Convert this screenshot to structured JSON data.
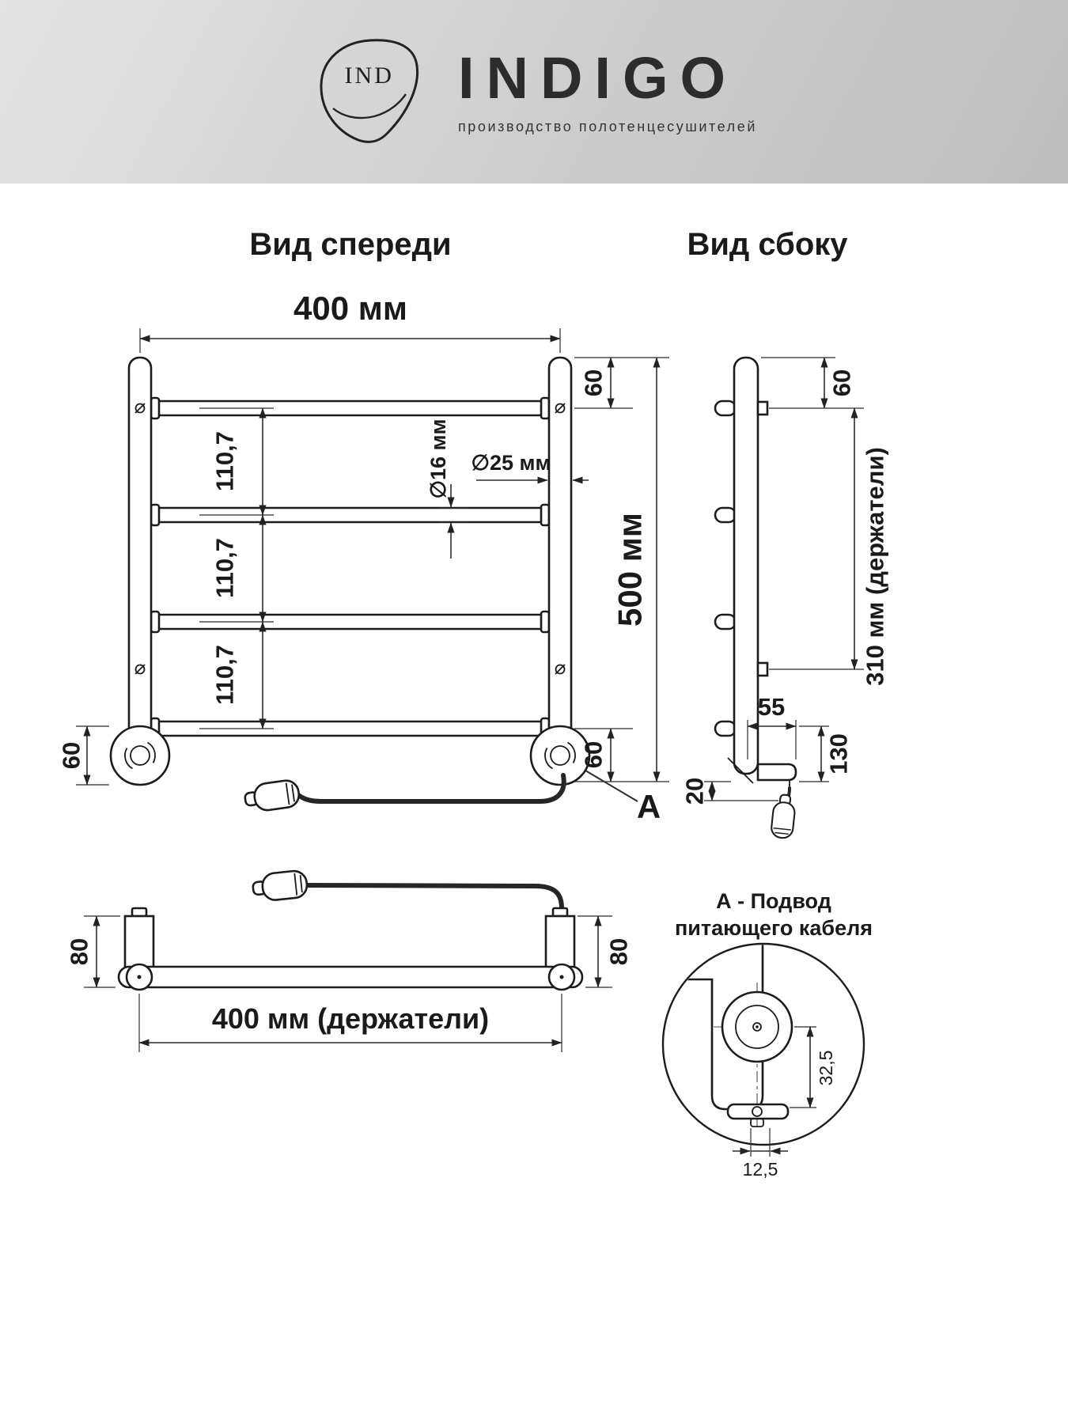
{
  "header": {
    "monogram": "IND",
    "brand": "INDIGO",
    "subtitle": "производство полотенцесушителей"
  },
  "titles": {
    "front": "Вид спереди",
    "side": "Вид сбоку"
  },
  "front": {
    "width": "400 мм",
    "top_offset": "60",
    "gaps": [
      "110,7",
      "110,7",
      "110,7"
    ],
    "tube_dia": "∅16 мм",
    "post_dia": "∅25 мм",
    "height": "500 мм",
    "bottom_offset": "60",
    "bracket_height": "60",
    "detail_label": "A"
  },
  "side": {
    "top_offset": "60",
    "holders_span": "310 мм (держатели)",
    "foot_depth": "55",
    "foot_height": "130",
    "cable_drop": "20"
  },
  "bottom_view": {
    "bracket_left": "80",
    "bracket_right": "80",
    "holders_width": "400 мм (держатели)"
  },
  "detail_a": {
    "caption_line1": "А - Подвод",
    "caption_line2": "питающего кабеля",
    "dim_vertical": "32,5",
    "dim_horizontal": "12,5"
  }
}
